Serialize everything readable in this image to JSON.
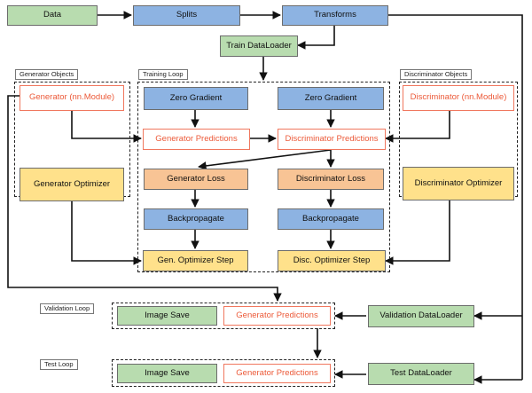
{
  "diagram": {
    "nodes": {
      "data": "Data",
      "splits": "Splits",
      "transforms": "Transforms",
      "train_dataloader": "Train DataLoader",
      "generator": "Generator (nn.Module)",
      "generator_optimizer": "Generator Optimizer",
      "zero_gradient_gen": "Zero Gradient",
      "zero_gradient_disc": "Zero Gradient",
      "generator_predictions": "Generator Predictions",
      "discriminator_predictions": "Discriminator Predictions",
      "generator_loss": "Generator Loss",
      "discriminator_loss": "Discriminator Loss",
      "backpropagate_gen": "Backpropagate",
      "backpropagate_disc": "Backpropagate",
      "gen_optimizer_step": "Gen. Optimizer Step",
      "disc_optimizer_step": "Disc. Optimizer Step",
      "discriminator": "Discriminator (nn.Module)",
      "discriminator_optimizer": "Discriminator Optimizer",
      "image_save_val": "Image Save",
      "generator_predictions_val": "Generator Predictions",
      "validation_dataloader": "Validation DataLoader",
      "image_save_test": "Image Save",
      "generator_predictions_test": "Generator Predictions",
      "test_dataloader": "Test DataLoader"
    },
    "groups": {
      "generator_objects": "Generator Objects",
      "training_loop": "Training Loop",
      "discriminator_objects": "Discriminator Objects",
      "validation_loop": "Validation Loop",
      "test_loop": "Test Loop"
    },
    "colors": {
      "data_green": "#b8dcaf",
      "process_blue": "#8db3e2",
      "loss_orange": "#f8c495",
      "optimizer_yellow": "#ffe18b",
      "model_red": "#ec5a39"
    }
  }
}
